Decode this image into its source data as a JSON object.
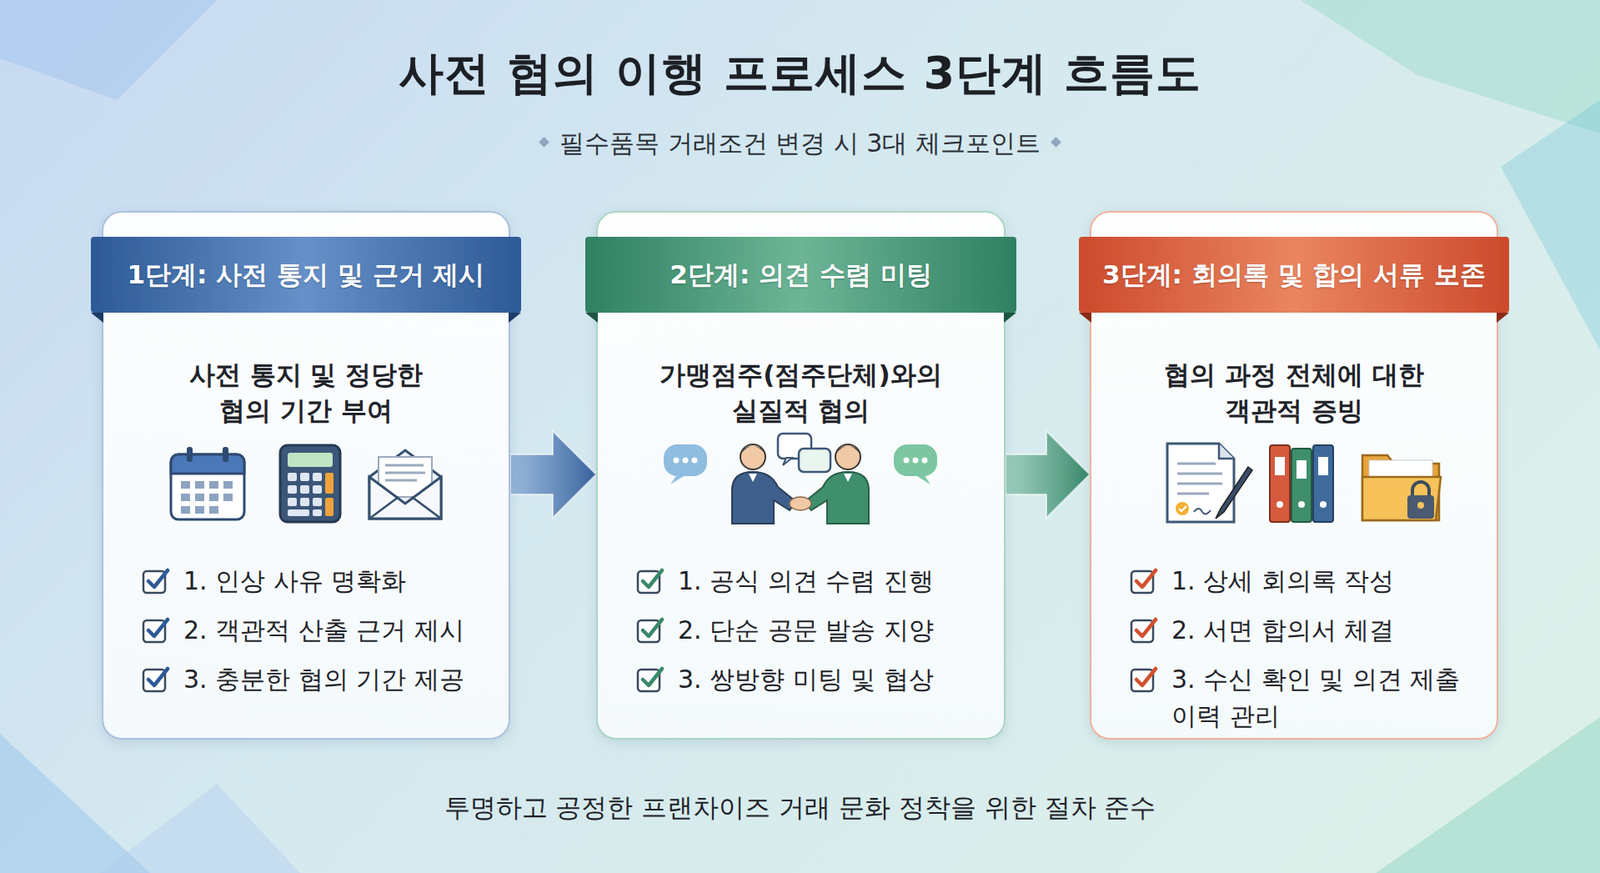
{
  "diagram": {
    "title": "사전 협의 이행 프로세스 3단계 흐름도",
    "caption": "투명하고 공정한 프랜차이즈 거래 문화 정착을 위한 절차 준수",
    "nodes": [
      {
        "text": [
          "1단계: 사전 통지 및 근거 제시",
          "사전 통지 및 정당한 협의 기간 부여",
          "1. 인상 사유 명확화",
          "2. 객관적 산출 근거 제시",
          "3. 충분한 협의 기간 제공"
        ]
      },
      {
        "text": [
          "2단계: 의견 수렴 미팅",
          "가맹점주(점주단체)와의 실질적 협의",
          "1. 공식 의견 수렴 진행",
          "2. 단순 공문 발송 지양",
          "3. 쌍방향 미팅 및 협상"
        ]
      },
      {
        "text": [
          "3단계: 회의록 및 합의 서류 보존",
          "협의 과정 전체에 대한 객관적 증빙",
          "1. 상세 회의록 작성",
          "2. 서면 합의서 체결",
          "3. 수신 확인 및 의견 제출 이력 관리"
        ]
      }
    ],
    "edges": [
      {
        "from": 0,
        "to": 1,
        "arrow": "to"
      },
      {
        "from": 1,
        "to": 2,
        "arrow": "to"
      }
    ],
    "labels": [
      "필수품목 거래조건 변경 시 3대 체크포인트"
    ]
  }
}
